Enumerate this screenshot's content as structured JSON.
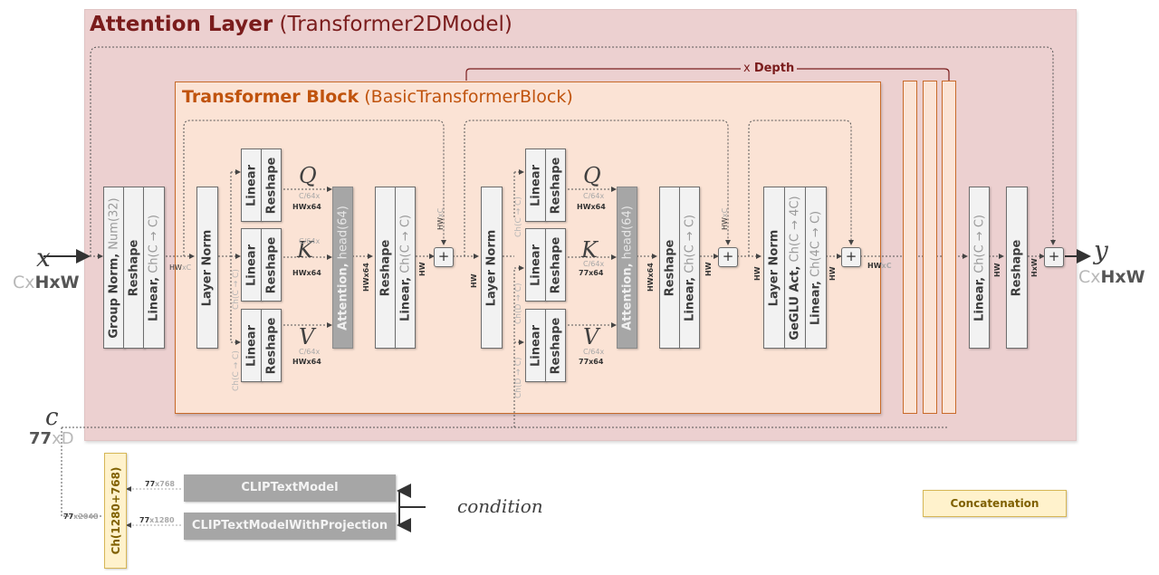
{
  "attention_layer": {
    "title_bold": "Attention Layer",
    "title_sub": "(Transformer2DModel)"
  },
  "transformer_block": {
    "title_bold": "Transformer Block",
    "title_sub": "(BasicTransformerBlock)"
  },
  "depth_label": {
    "prefix": "x ",
    "bold": "Depth"
  },
  "input": {
    "symbol": "x",
    "dim_pre": "Cx",
    "dim_bold": "HxW"
  },
  "output": {
    "symbol": "y",
    "dim_pre": "Cx",
    "dim_bold": "HxW"
  },
  "context": {
    "symbol": "c",
    "dim_bold": "77",
    "dim_post": "xD"
  },
  "blocks": {
    "group_norm": {
      "bold": "Group Norm,",
      "gray": " Num(32)"
    },
    "reshape": "Reshape",
    "linear_cc": {
      "bold": "Linear,",
      "gray": " Ch(C → C)"
    },
    "layer_norm": "Layer Norm",
    "linear": "Linear",
    "attention": {
      "bold": "Attention,",
      "gray": " head(64)"
    },
    "geglu": {
      "bold": "GeGLU Act,",
      "gray": " Ch(C → 4C)"
    },
    "linear_4c": {
      "bold": "Linear,",
      "gray": " Ch(4C → C)"
    },
    "concat_ch": "Ch(1280+768)"
  },
  "qkv": {
    "q": "Q",
    "k": "K",
    "v": "V"
  },
  "dims": {
    "hw": "HW",
    "xc": "xC",
    "c64": "C/64x",
    "hwx64": "HWx64",
    "77x64": "77x64",
    "hw_x_c": "HW",
    "hwxw": "HxW",
    "77": "77",
    "x768": "x768",
    "x1280": "x1280",
    "x2048": "x2048"
  },
  "side_labels": {
    "ch_cc": "Ch(C → C)",
    "ch_dc": "Ch(D → C)"
  },
  "clip": {
    "model1": "CLIPTextModel",
    "model2": "CLIPTextModelWithProjection",
    "condition": "condition"
  },
  "legend": {
    "concatenation": "Concatenation"
  },
  "colors": {
    "outer_bg": "#ecd0d0",
    "inner_bg": "#fbe3d5",
    "outer_title": "#7a1c1c",
    "inner_title": "#c0530d",
    "concat_bg": "#fff2cc"
  }
}
